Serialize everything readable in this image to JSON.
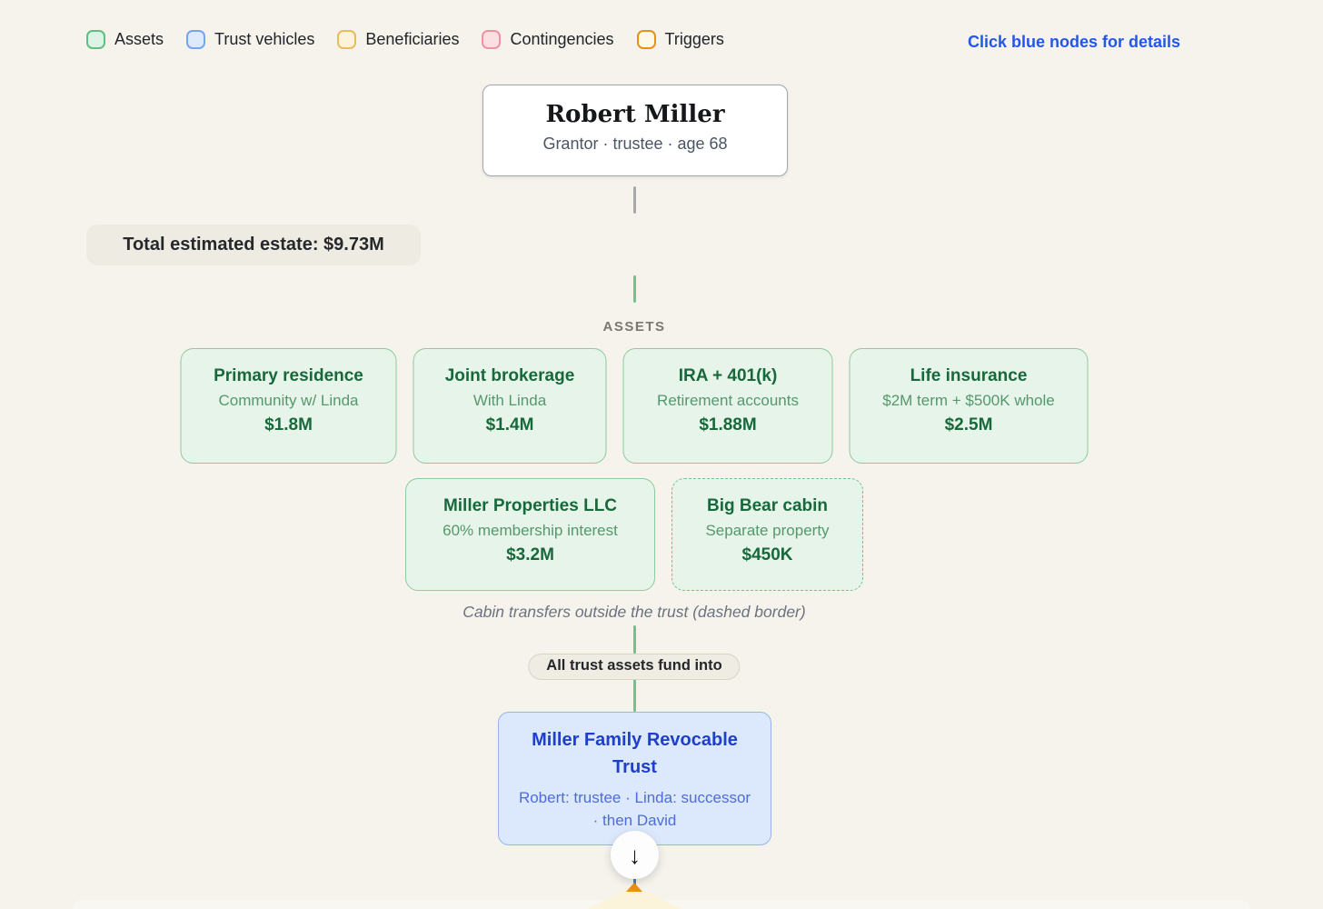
{
  "legend": {
    "items": [
      {
        "label": "Assets",
        "fill": "#ddf3e4",
        "border": "#5fbe83"
      },
      {
        "label": "Trust vehicles",
        "fill": "#dfe9fc",
        "border": "#77a4ee"
      },
      {
        "label": "Beneficiaries",
        "fill": "#fdf3da",
        "border": "#e9bc5c"
      },
      {
        "label": "Contingencies",
        "fill": "#fbdfe3",
        "border": "#ef93a0"
      },
      {
        "label": "Triggers",
        "fill": "#fdf8e8",
        "border": "#e79117"
      }
    ],
    "hint": "Click blue nodes for details"
  },
  "grantor": {
    "name": "Robert Miller",
    "subtitle": "Grantor · trustee · age 68"
  },
  "estate_badge": {
    "text": "Total estimated estate: $9.73M"
  },
  "assets": {
    "section_label": "ASSETS",
    "cards": [
      {
        "title": "Primary residence",
        "subtitle": "Community w/ Linda",
        "value": "$1.8M"
      },
      {
        "title": "Joint brokerage",
        "subtitle": "With Linda",
        "value": "$1.4M"
      },
      {
        "title": "IRA + 401(k)",
        "subtitle": "Retirement accounts",
        "value": "$1.88M"
      },
      {
        "title": "Life insurance",
        "subtitle": "$2M term + $500K whole",
        "value": "$2.5M"
      },
      {
        "title": "Miller Properties LLC",
        "subtitle": "60% membership interest",
        "value": "$3.2M"
      },
      {
        "title": "Big Bear cabin",
        "subtitle": "Separate property",
        "value": "$450K"
      }
    ],
    "caption": "Cabin transfers outside the trust (dashed border)"
  },
  "funding_pill": {
    "text": "All trust assets fund into"
  },
  "trust": {
    "title": "Miller Family Revocable Trust",
    "subtitle": "Robert: trustee · Linda: successor · then David"
  },
  "scroll_button": {
    "glyph": "↓"
  },
  "colors": {
    "page_background": "#f5f3ec",
    "asset_card_fill": "#e7f4e9",
    "asset_card_border": "#8ccb9e",
    "asset_text_dark": "#17693c",
    "asset_text_muted": "#55986e",
    "trust_card_fill": "#dce8fb",
    "trust_card_border": "#95b5ec",
    "trust_text_dark": "#1e3fca",
    "trust_text_muted": "#4f6cd9",
    "hint_link": "#2257e7",
    "connector_green": "#72c28e",
    "connector_gray": "#a7a9ab",
    "connector_blue": "#4a78e0",
    "trigger_orange": "#e8920e"
  }
}
